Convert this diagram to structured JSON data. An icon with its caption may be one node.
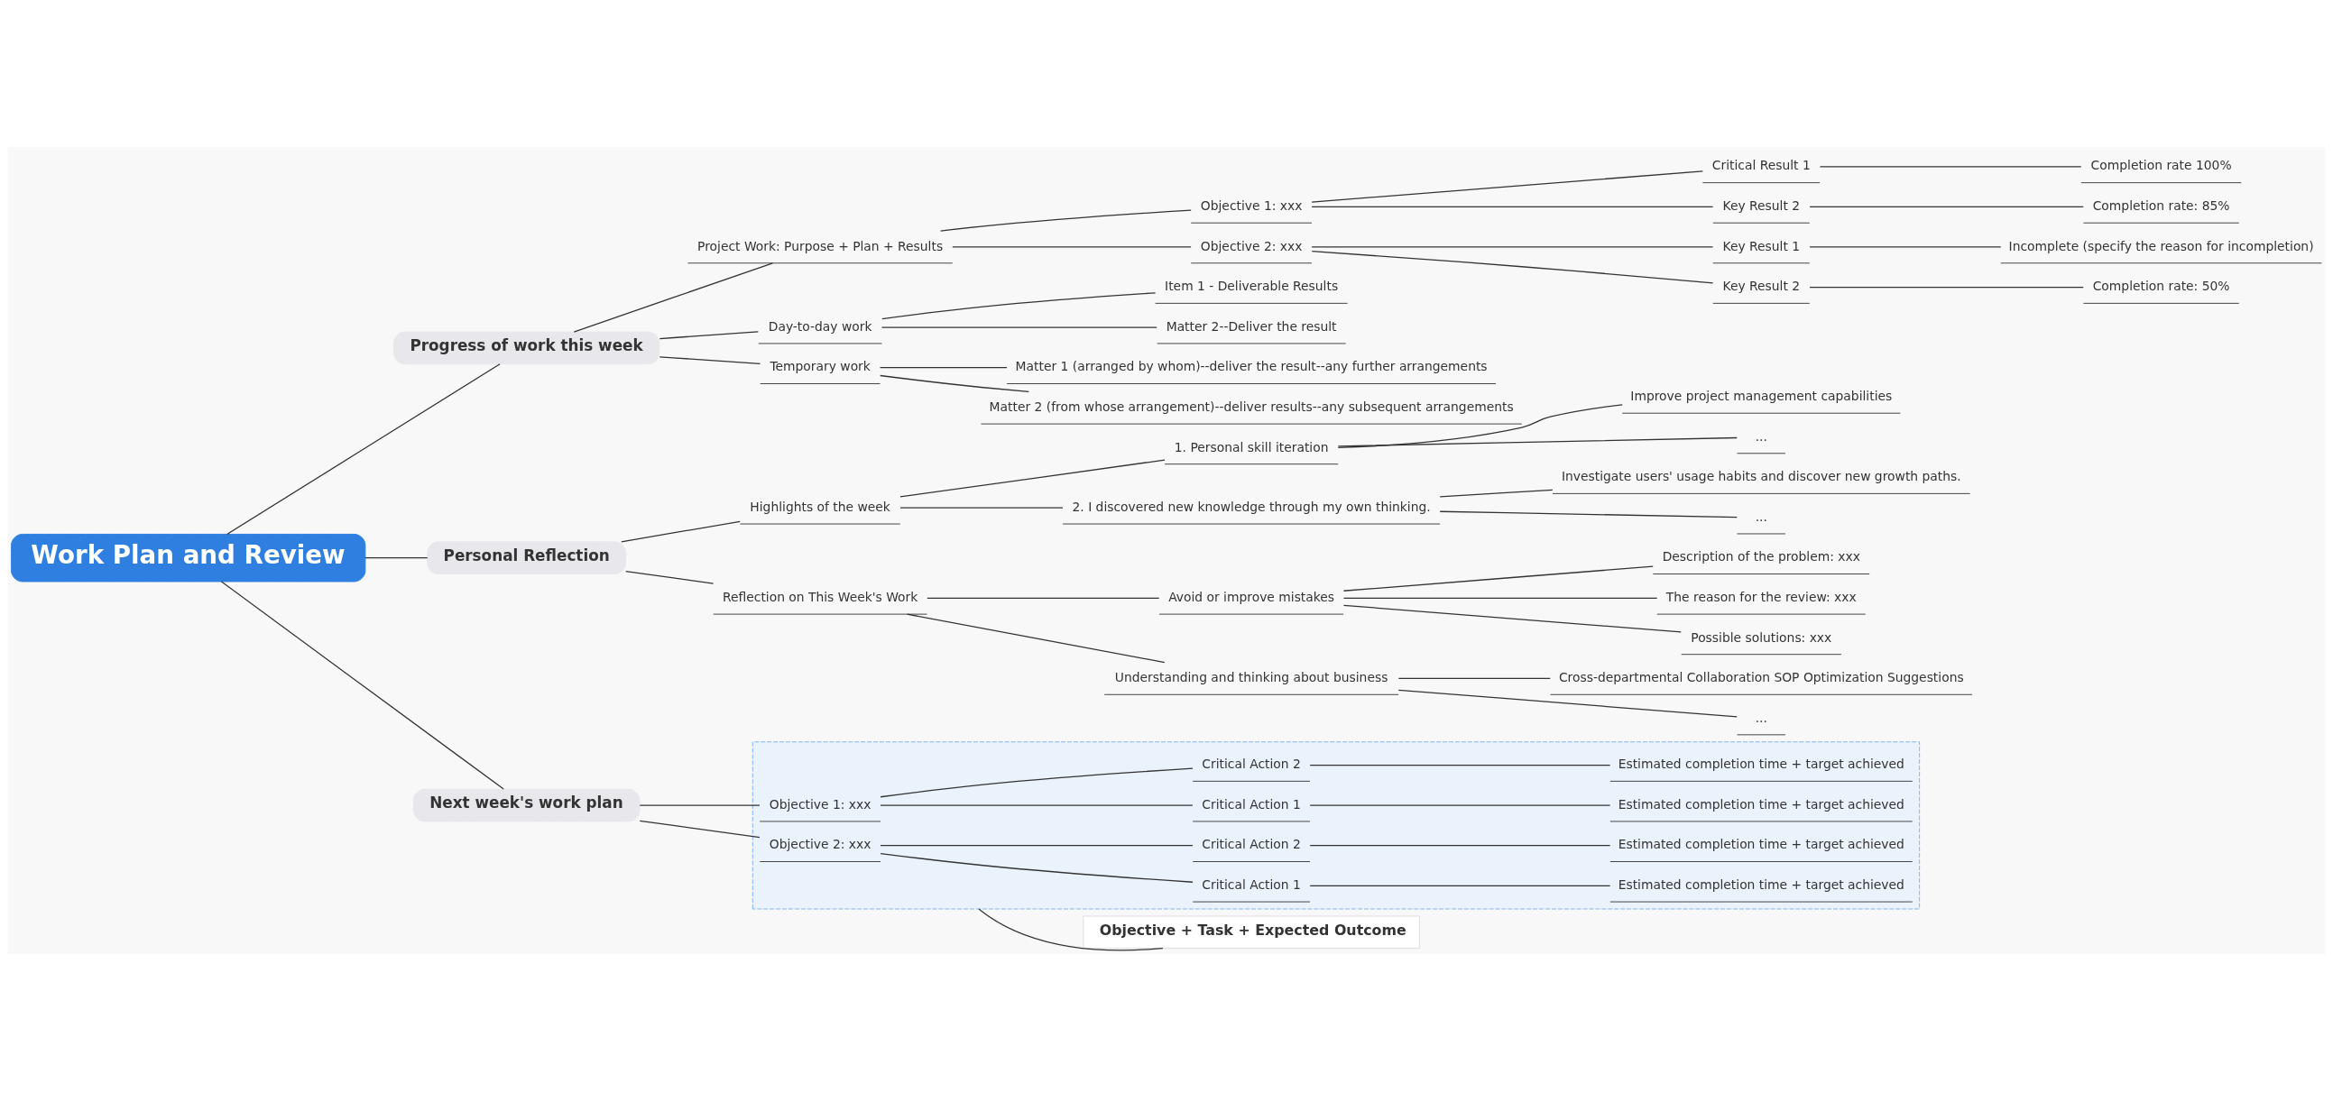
{
  "diagram": {
    "nodes": [
      {
        "text": [
          "Work Plan and Review"
        ]
      },
      {
        "text": [
          "Progress of work this week"
        ]
      },
      {
        "text": [
          "Project Work: Purpose + Plan + Results"
        ]
      },
      {
        "text": [
          "Objective 1: xxx"
        ]
      },
      {
        "text": [
          "Critical Result 1"
        ]
      },
      {
        "text": [
          "Completion rate 100%"
        ]
      },
      {
        "text": [
          "Key Result 2"
        ]
      },
      {
        "text": [
          "Completion rate: 85%"
        ]
      },
      {
        "text": [
          "Objective 2: xxx"
        ]
      },
      {
        "text": [
          "Key Result 1"
        ]
      },
      {
        "text": [
          "Incomplete (specify the reason for incompletion)"
        ]
      },
      {
        "text": [
          "Key Result 2"
        ]
      },
      {
        "text": [
          "Completion rate: 50%"
        ]
      },
      {
        "text": [
          "Day-to-day work"
        ]
      },
      {
        "text": [
          "Item 1 - Deliverable Results"
        ]
      },
      {
        "text": [
          "Matter 2--Deliver the result"
        ]
      },
      {
        "text": [
          "Temporary work"
        ]
      },
      {
        "text": [
          "Matter 1 (arranged by whom)--deliver the result--any further arrangements"
        ]
      },
      {
        "text": [
          "Matter 2 (from whose arrangement)--deliver results--any subsequent arrangements"
        ]
      },
      {
        "text": [
          "Personal Reflection"
        ]
      },
      {
        "text": [
          "Highlights of the week"
        ]
      },
      {
        "text": [
          "1. Personal skill iteration"
        ]
      },
      {
        "text": [
          "Improve project management capabilities"
        ]
      },
      {
        "text": [
          "..."
        ]
      },
      {
        "text": [
          "2. I discovered new knowledge through my own thinking."
        ]
      },
      {
        "text": [
          "Investigate users' usage habits and discover new growth paths."
        ]
      },
      {
        "text": [
          "..."
        ]
      },
      {
        "text": [
          "Reflection on This Week's Work"
        ]
      },
      {
        "text": [
          "Avoid or improve mistakes"
        ]
      },
      {
        "text": [
          "Description of the problem: xxx"
        ]
      },
      {
        "text": [
          "The reason for the review: xxx"
        ]
      },
      {
        "text": [
          "Possible solutions: xxx"
        ]
      },
      {
        "text": [
          "Understanding and thinking about business"
        ]
      },
      {
        "text": [
          "Cross-departmental Collaboration SOP Optimization Suggestions"
        ]
      },
      {
        "text": [
          "..."
        ]
      },
      {
        "text": [
          "Next week's work plan"
        ]
      },
      {
        "text": [],
        "shape": "box"
      },
      {
        "text": [
          "Objective 1: xxx"
        ],
        "in": 36
      },
      {
        "text": [
          "Critical Action 1"
        ],
        "in": 36
      },
      {
        "text": [
          "Estimated completion time + target achieved"
        ],
        "in": 36
      },
      {
        "text": [
          "Critical Action 2"
        ],
        "in": 36
      },
      {
        "text": [
          "Estimated completion time + target achieved"
        ],
        "in": 36
      },
      {
        "text": [
          "Objective 2: xxx"
        ],
        "in": 36
      },
      {
        "text": [
          "Critical Action 1"
        ],
        "in": 36
      },
      {
        "text": [
          "Estimated completion time + target achieved"
        ],
        "in": 36
      },
      {
        "text": [
          "Critical Action 2"
        ],
        "in": 36
      },
      {
        "text": [
          "Estimated completion time + target achieved"
        ],
        "in": 36
      },
      {
        "text": [
          "Objective + Task + Expected Outcome"
        ]
      }
    ],
    "edges": [
      {
        "from": 0,
        "to": 1,
        "arrow": "none"
      },
      {
        "from": 1,
        "to": 2,
        "arrow": "none"
      },
      {
        "from": 2,
        "to": 3,
        "arrow": "none"
      },
      {
        "from": 3,
        "to": 4,
        "arrow": "none"
      },
      {
        "from": 4,
        "to": 5,
        "arrow": "none"
      },
      {
        "from": 3,
        "to": 6,
        "arrow": "none"
      },
      {
        "from": 6,
        "to": 7,
        "arrow": "none"
      },
      {
        "from": 2,
        "to": 8,
        "arrow": "none"
      },
      {
        "from": 8,
        "to": 9,
        "arrow": "none"
      },
      {
        "from": 9,
        "to": 10,
        "arrow": "none"
      },
      {
        "from": 8,
        "to": 11,
        "arrow": "none"
      },
      {
        "from": 11,
        "to": 12,
        "arrow": "none"
      },
      {
        "from": 1,
        "to": 13,
        "arrow": "none"
      },
      {
        "from": 13,
        "to": 14,
        "arrow": "none"
      },
      {
        "from": 13,
        "to": 15,
        "arrow": "none"
      },
      {
        "from": 1,
        "to": 16,
        "arrow": "none"
      },
      {
        "from": 16,
        "to": 17,
        "arrow": "none"
      },
      {
        "from": 16,
        "to": 18,
        "arrow": "none"
      },
      {
        "from": 0,
        "to": 19,
        "arrow": "none"
      },
      {
        "from": 19,
        "to": 20,
        "arrow": "none"
      },
      {
        "from": 20,
        "to": 21,
        "arrow": "none"
      },
      {
        "from": 21,
        "to": 22,
        "arrow": "none"
      },
      {
        "from": 21,
        "to": 23,
        "arrow": "none"
      },
      {
        "from": 20,
        "to": 24,
        "arrow": "none"
      },
      {
        "from": 24,
        "to": 25,
        "arrow": "none"
      },
      {
        "from": 24,
        "to": 26,
        "arrow": "none"
      },
      {
        "from": 19,
        "to": 27,
        "arrow": "none"
      },
      {
        "from": 27,
        "to": 28,
        "arrow": "none"
      },
      {
        "from": 28,
        "to": 29,
        "arrow": "none"
      },
      {
        "from": 28,
        "to": 30,
        "arrow": "none"
      },
      {
        "from": 28,
        "to": 31,
        "arrow": "none"
      },
      {
        "from": 27,
        "to": 32,
        "arrow": "none"
      },
      {
        "from": 32,
        "to": 33,
        "arrow": "none"
      },
      {
        "from": 32,
        "to": 34,
        "arrow": "none"
      },
      {
        "from": 0,
        "to": 35,
        "arrow": "none"
      },
      {
        "from": 35,
        "to": 37,
        "arrow": "none"
      },
      {
        "from": 37,
        "to": 38,
        "arrow": "none"
      },
      {
        "from": 38,
        "to": 39,
        "arrow": "none"
      },
      {
        "from": 37,
        "to": 40,
        "arrow": "none"
      },
      {
        "from": 40,
        "to": 41,
        "arrow": "none"
      },
      {
        "from": 35,
        "to": 42,
        "arrow": "none"
      },
      {
        "from": 42,
        "to": 43,
        "arrow": "none"
      },
      {
        "from": 43,
        "to": 44,
        "arrow": "none"
      },
      {
        "from": 42,
        "to": 45,
        "arrow": "none"
      },
      {
        "from": 45,
        "to": 46,
        "arrow": "none"
      },
      {
        "from": 36,
        "to": 47,
        "arrow": "none"
      }
    ]
  }
}
